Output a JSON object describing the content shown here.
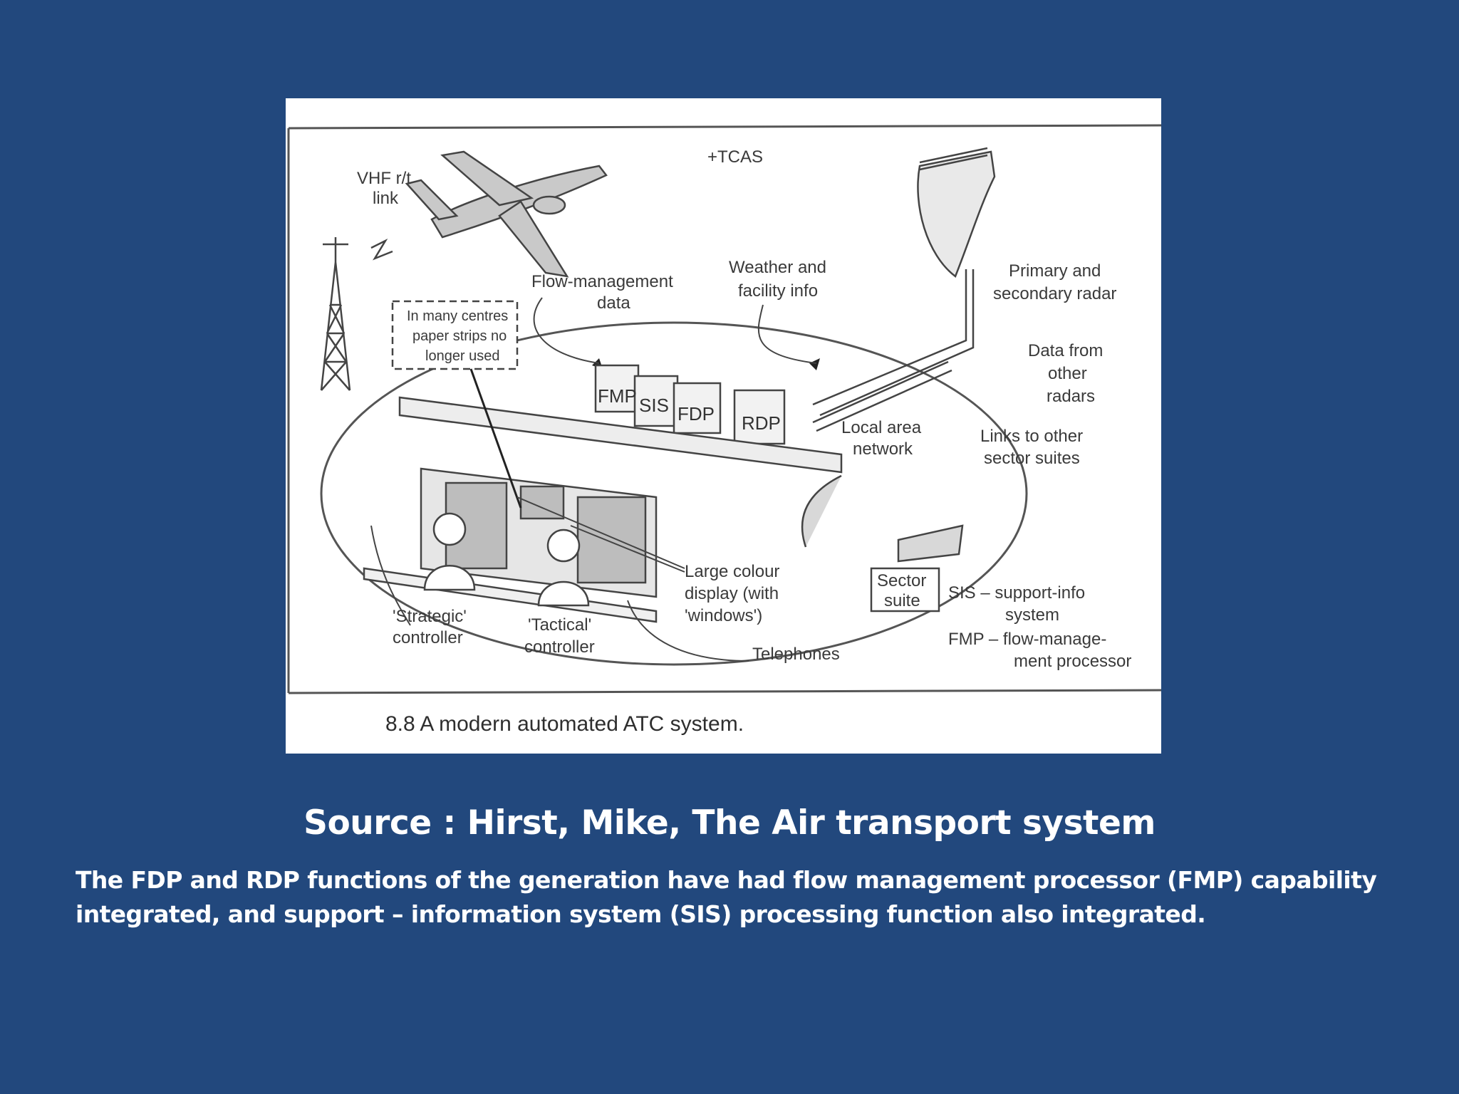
{
  "figure": {
    "labels": {
      "vhf_line1": "VHF r/t",
      "vhf_line2": "link",
      "tcas": "+TCAS",
      "flow_line1": "Flow-management",
      "flow_line2": "data",
      "weather_line1": "Weather and",
      "weather_line2": "facility info",
      "radar_line1": "Primary and",
      "radar_line2": "secondary radar",
      "paper_line1": "In many centres",
      "paper_line2": "paper strips no",
      "paper_line3": "longer used",
      "other_radars_line1": "Data from",
      "other_radars_line2": "other",
      "other_radars_line3": "radars",
      "lan_line1": "Local area",
      "lan_line2": "network",
      "links_line1": "Links to other",
      "links_line2": "sector suites",
      "large_display_line1": "Large colour",
      "large_display_line2": "display (with",
      "large_display_line3": "'windows')",
      "sector_line1": "Sector",
      "sector_line2": "suite",
      "sis_line1": "SIS – support-info",
      "sis_line2": "system",
      "fmp_line1": "FMP – flow-manage-",
      "fmp_line2": "ment processor",
      "strategic_line1": "'Strategic'",
      "strategic_line2": "controller",
      "tactical_line1": "'Tactical'",
      "tactical_line2": "controller",
      "telephones": "Telephones"
    },
    "boxes": {
      "fmp": "FMP",
      "sis": "SIS",
      "fdp": "FDP",
      "rdp": "RDP"
    },
    "caption": "8.8 A modern automated ATC system."
  },
  "source": "Source : Hirst, Mike, The Air transport system",
  "description": "The FDP and RDP functions of the generation have had flow management processor (FMP) capability integrated, and support – information system (SIS) processing function also integrated."
}
